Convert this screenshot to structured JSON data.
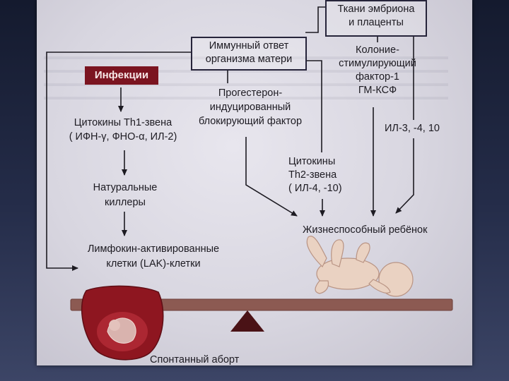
{
  "diagram": {
    "embryo_tissues": "Ткани эмбриона\nи плаценты",
    "maternal_immune_response": "Иммунный ответ\nорганизма матери",
    "infections": "Инфекции",
    "colony_factor": "Колоние-\nстимулирующий\nфактор-1\nГМ-КСФ",
    "progesterone_factor": "Прогестерон-\nиндуцированный\nблокирующий фактор",
    "th1_cytokines": "Цитокины Th1-звена\n( ИФН-γ, ФНО-α, ИЛ-2)",
    "il_3_4_10": "ИЛ-3, -4, 10",
    "th2_cytokines": "Цитокины\nTh2-звена\n( ИЛ-4, -10)",
    "natural_killers": "Натуральные\nкиллеры",
    "viable_child": "Жизнеспособный ребёнок",
    "lak_cells": "Лимфокин-активированные\nклетки (LAK)-клетки",
    "spontaneous_abortion": "Спонтанный аборт"
  },
  "colors": {
    "infection_box": "#7b1420",
    "balance_beam": "#8c5a52",
    "fulcrum": "#4a1216",
    "uterus": "#8e1620",
    "baby": "#ead2c2"
  }
}
